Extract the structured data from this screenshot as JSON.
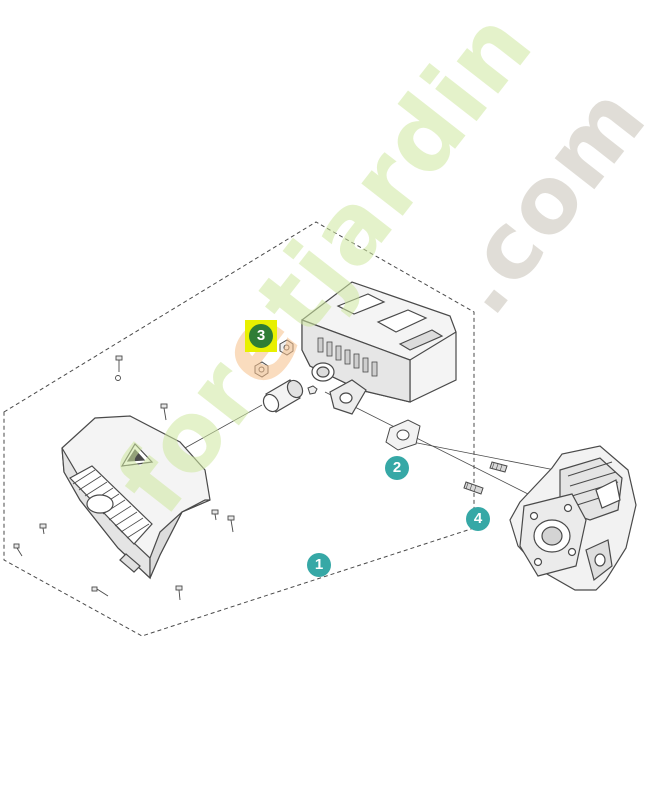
{
  "colors": {
    "background": "#ffffff",
    "line": "#4a4a4a",
    "part_fill": "#f4f4f4",
    "callout_teal": "#36a8a6",
    "callout_green": "#2f7d35",
    "highlight": "#e8f000",
    "watermark_green": "#cfe8a0",
    "watermark_orange": "#f7c08a",
    "watermark_gray": "#c8c3b8"
  },
  "callouts": [
    {
      "id": "1",
      "label": "1",
      "style": "teal"
    },
    {
      "id": "2",
      "label": "2",
      "style": "teal"
    },
    {
      "id": "3",
      "label": "3",
      "style": "green-highlighted"
    },
    {
      "id": "4",
      "label": "4",
      "style": "teal"
    }
  ],
  "watermark": {
    "prefix": "for",
    "accent": "e",
    "suffix": "tjardin",
    "domain": ".com"
  }
}
